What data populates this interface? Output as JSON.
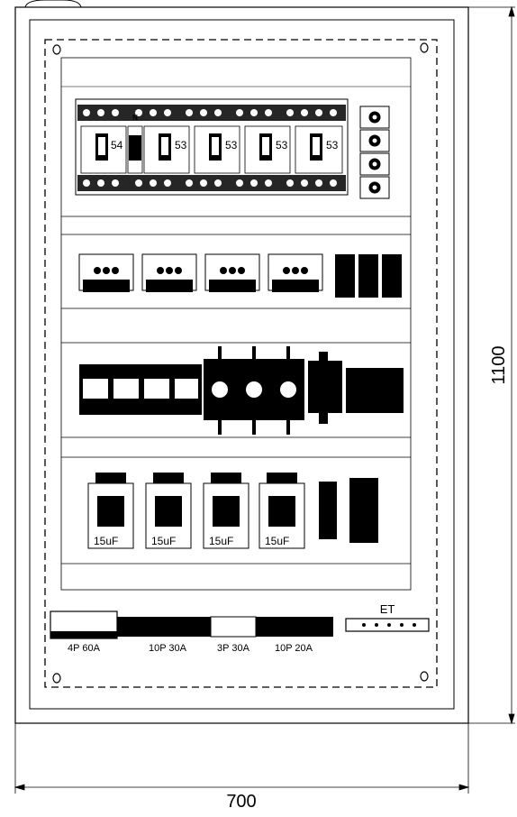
{
  "dimensions": {
    "width_label": "700",
    "height_label": "1100"
  },
  "row1": {
    "breaker_labels": [
      "54",
      "53",
      "53",
      "53",
      "53"
    ],
    "neutral_mark": "N"
  },
  "row4": {
    "capacitor_labels": [
      "15uF",
      "15uF",
      "15uF",
      "15uF"
    ]
  },
  "terminal_rail": {
    "labels": [
      "4P 60A",
      "10P 30A",
      "3P 30A",
      "10P 20A"
    ],
    "earth_label": "ET"
  },
  "colors": {
    "line": "#000000",
    "background": "#ffffff"
  }
}
